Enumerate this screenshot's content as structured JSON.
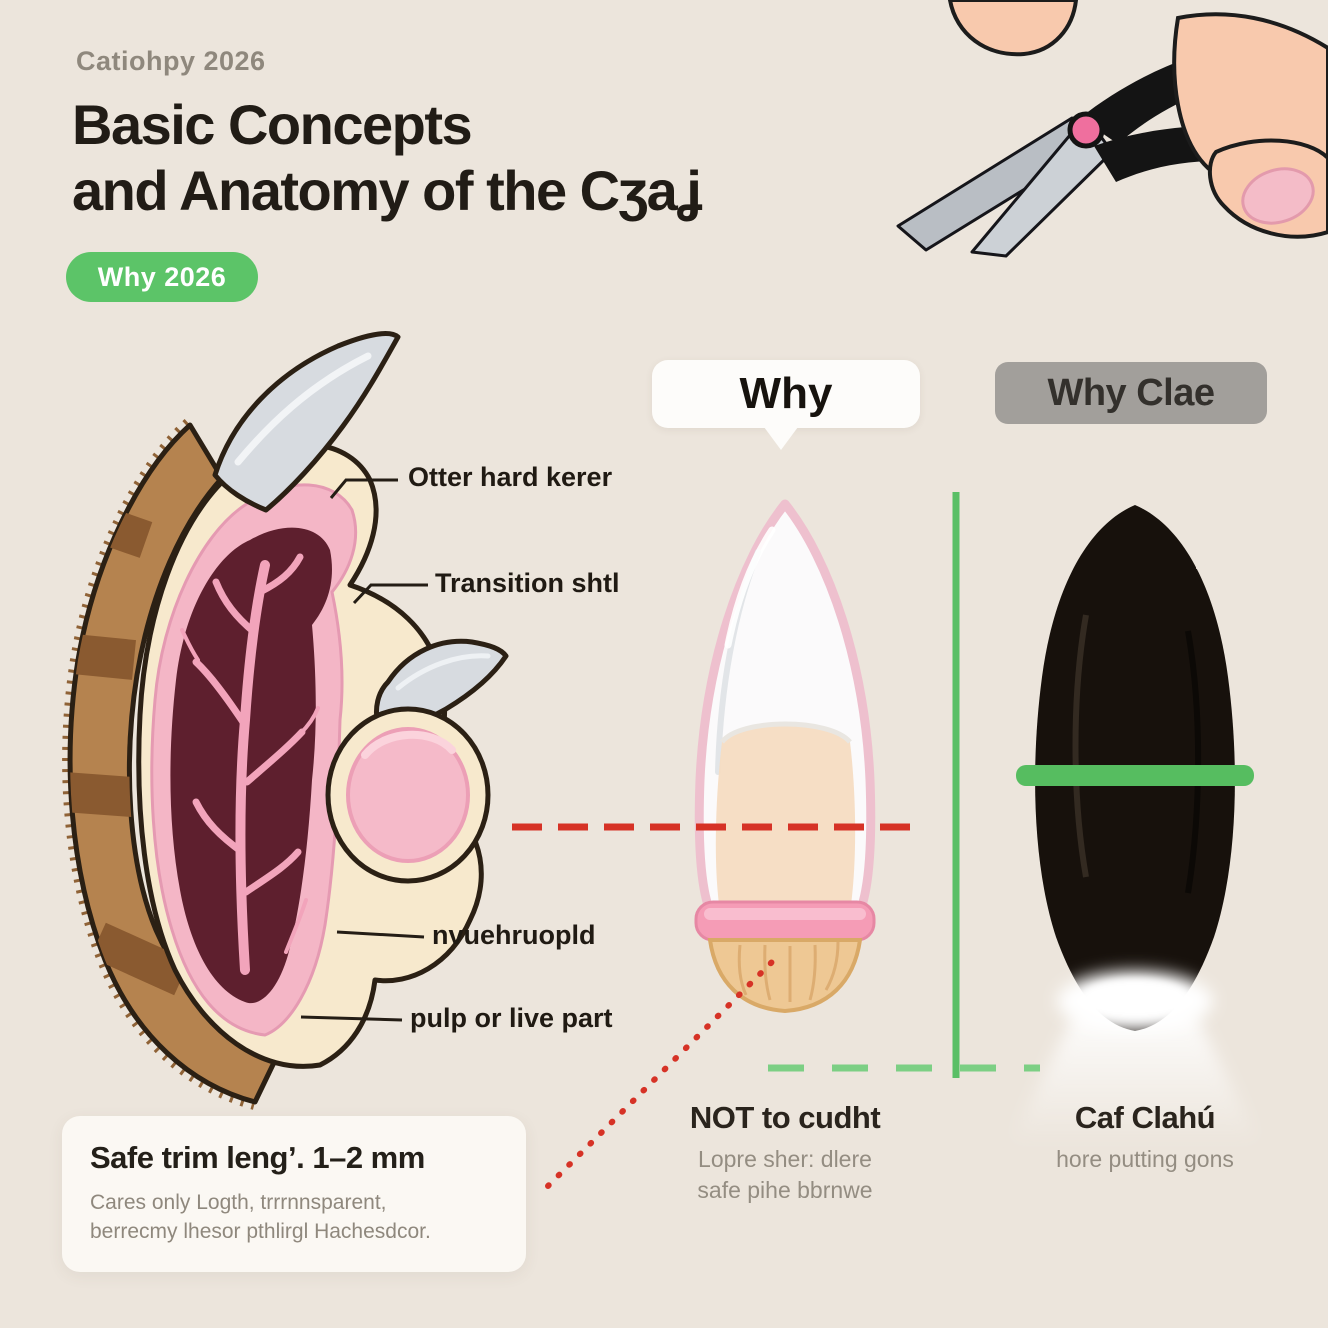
{
  "header": {
    "eyebrow": "Catiohpy 2026",
    "title_line1": "Basic Concepts",
    "title_line2": "and Anatomy of the Cʒaʝ",
    "badge": "Why 2026"
  },
  "anatomy_labels": {
    "outer_keratin": "Otter hard kerer",
    "transition": "Transition shtl",
    "quick": "nvuehruopld",
    "pulp": "pulp or live part"
  },
  "center_column": {
    "bubble_label": "Why",
    "caption_title": "NOT to cudht",
    "caption_line1": "Lopre sher: dlere",
    "caption_line2": "safe pihe bbrnwe"
  },
  "right_column": {
    "header_label": "Why Clae",
    "caption_title": "Caf Clahú",
    "caption_line1": "hore putting gons"
  },
  "safe_card": {
    "title": "Safe trim lengʼ. 1–2 mm",
    "line1": "Cares only Logth, trrrnnsparent,",
    "line2": "berrecmy lhesor pthlirgl Hachesdcor."
  },
  "colors": {
    "background": "#ece5dc",
    "badge_green": "#5cc468",
    "guide_green": "#5abf66",
    "warning_red": "#d63226",
    "claw_pink": "#f4b6c6",
    "pulp_maroon": "#5e1f2e",
    "fur_brown": "#b5834f",
    "title_ink": "#211c16",
    "muted_text": "#8f887d"
  }
}
